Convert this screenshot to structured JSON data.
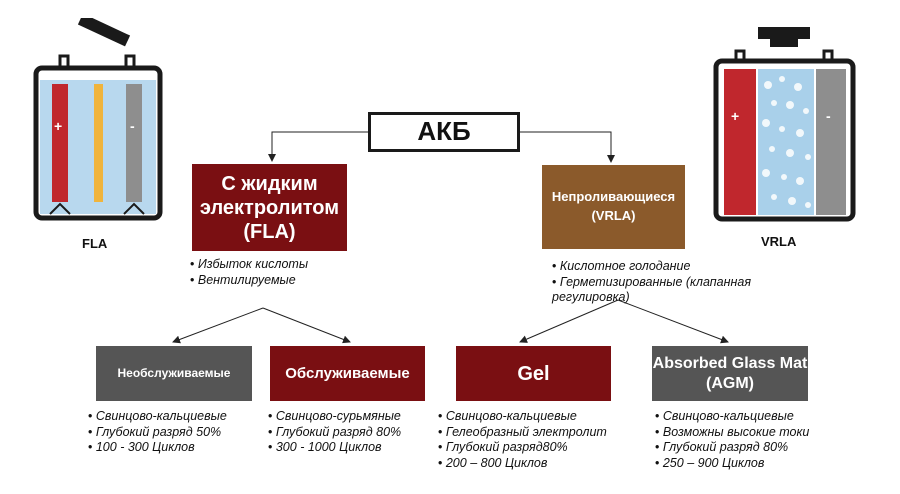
{
  "root": {
    "label": "АКБ"
  },
  "fla": {
    "title": "С жидким электролитом (FLA)",
    "bullets": [
      "Избыток кислоты",
      "Вентилируемые"
    ]
  },
  "vrla": {
    "title": "Непроливающиеся (VRLA)",
    "bullets": [
      "Кислотное голодание",
      "Герметизированные (клапанная регулировка)"
    ]
  },
  "subtypes": [
    {
      "title": "Необслуживаемые",
      "bullets": [
        "Свинцово-кальциевые",
        "Глубокий разряд 50%",
        "100 - 300 Циклов"
      ]
    },
    {
      "title": "Обслуживаемые",
      "bullets": [
        "Свинцово-сурьмяные",
        "Глубокий разряд 80%",
        "300 - 1000 Циклов"
      ]
    },
    {
      "title": "Gel",
      "bullets": [
        "Свинцово-кальциевые",
        "Гелеобразный электролит",
        "Глубокий разряд80%",
        "200 – 800 Циклов"
      ]
    },
    {
      "title": "Absorbed Glass Mat (AGM)",
      "bullets": [
        "Свинцово-кальциевые",
        "Возможны высокие токи",
        "Глубокий разряд 80%",
        "250 – 900 Циклов"
      ]
    }
  ],
  "illustrations": {
    "left_caption": "FLA",
    "right_caption": "VRLA",
    "plus": "+",
    "minus": "-"
  },
  "colors": {
    "dark_red": "#7a0f12",
    "brown": "#8b5a2b",
    "gray": "#555555",
    "electrolyte": "#b8d8ee"
  }
}
